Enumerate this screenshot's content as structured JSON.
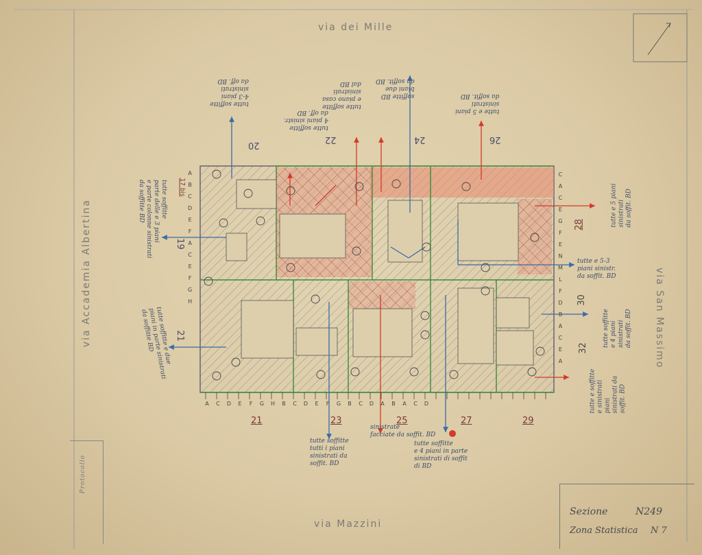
{
  "streets": {
    "north": "via dei Mille",
    "south": "via Mazzini",
    "west": "via Accademia Albertina",
    "east": "via San Massimo"
  },
  "title_block": {
    "section_label": "Sezione",
    "section_value": "N249",
    "zone_label": "Zona Statistica",
    "zone_value": "N 7"
  },
  "protocol_label": "Protocollo",
  "bottom_block_numbers": [
    "21",
    "23",
    "25",
    "27",
    "29"
  ],
  "top_block_numbers": [
    "20",
    "22",
    "24",
    "26"
  ],
  "side_block_numbers": {
    "left_top": "19",
    "left_bottom": "21",
    "left_17bis": "17 bis",
    "right_28": "28",
    "right_30": "30",
    "right_32": "32"
  },
  "bottom_ticks": [
    "A",
    "C",
    "D",
    "E",
    "F",
    "G",
    "H",
    "B",
    "C",
    "D",
    "E",
    "F",
    "G",
    "B",
    "C",
    "D",
    "A",
    "B",
    "A",
    "C",
    "D"
  ],
  "left_ticks": [
    "A",
    "B",
    "C",
    "D",
    "E",
    "F",
    "A",
    "C",
    "E",
    "F",
    "G",
    "H"
  ],
  "right_ticks": [
    "C",
    "A",
    "C",
    "E",
    "G",
    "F",
    "E",
    "N",
    "M",
    "L",
    "F",
    "D",
    "B",
    "A",
    "C",
    "E",
    "A"
  ],
  "annotations": {
    "top_20": "tutte soffitte\n4-3 piani\nsinistrati\nda off. BD",
    "top_22": "tutte soffitte\n4 piani sinistr.\nda off. BD",
    "top_24a": "tutte soffitte\ne piano casa\nsinistrati\ndal BD",
    "top_24b": "soffitte BD\nbiani due\nda soffit. BD",
    "top_26": "tutte e 5 piani\nsinistrati\nda soffit. BD",
    "left_19": "tutte soffitte\nparte delle e 3 piani\ne parte colonne sinistrati\nda soffitte BD",
    "left_21": "tutte soffitte e due\npiani in parte sinistrati\nda soffitte BD",
    "right_28": "tutte e 5 piani\nsinistrati\nda soffit. BD",
    "right_28b": "tutte e 5-3\npiani sinistr.\nda soffit. BD",
    "right_30": "tutte soffitte\ne 4 piani\nsinistrati\nda soffit. BD",
    "right_32": "tutte e soffitte\ne sinistrati\npiani\nsinistrati da\nsoffit. BD",
    "bottom_23": "tutte soffitte\ntutti i piani\nsinistrati da\nsoffit. BD",
    "bottom_25": "sinistrate\nfacciate da soffit. BD",
    "bottom_27": "tutte soffitte\ne 4 piani in parte\nsinistrati di soffit\ndi BD"
  }
}
